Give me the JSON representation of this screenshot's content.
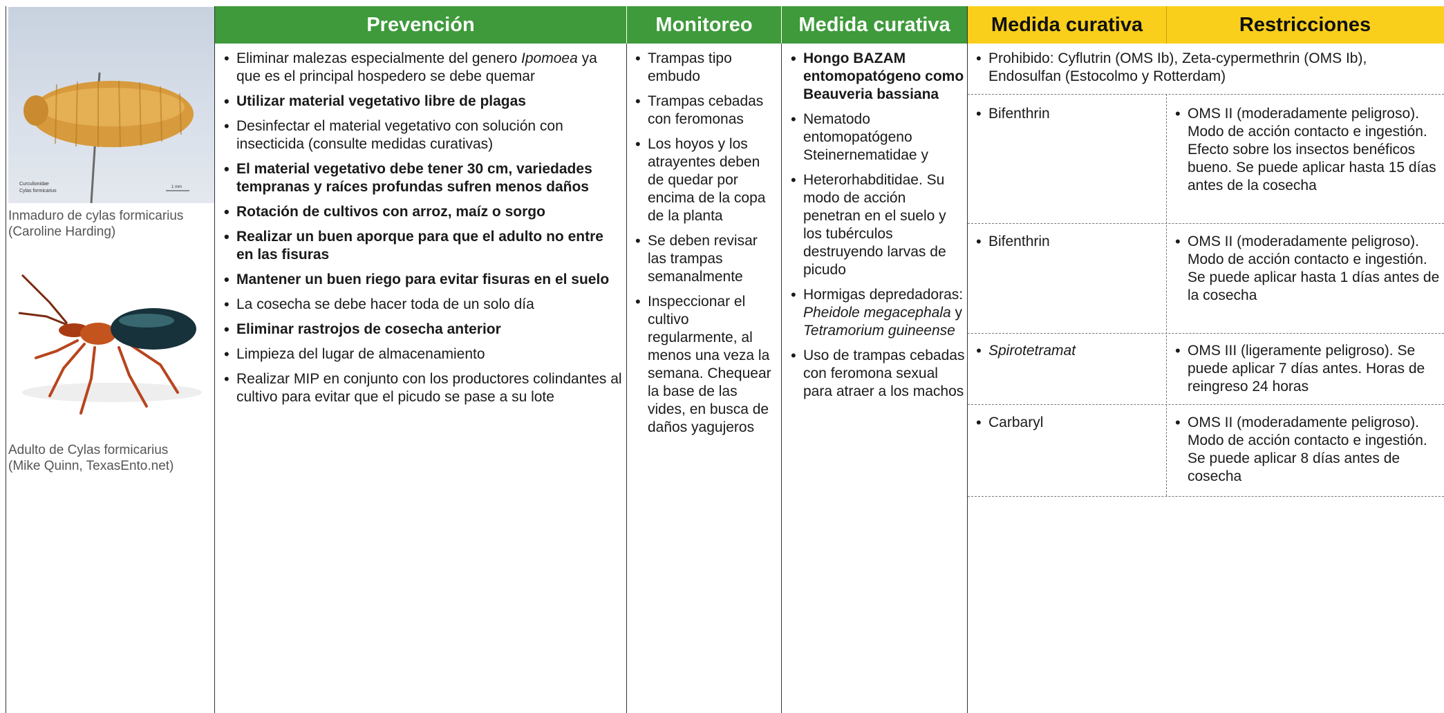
{
  "headers": {
    "prevencion": "Prevención",
    "monitoreo": "Monitoreo",
    "medida_curativa_green": "Medida curativa",
    "medida_curativa_yellow": "Medida curativa",
    "restricciones": "Restricciones"
  },
  "images": {
    "larva_caption_1": "Inmaduro de cylas formicarius",
    "larva_caption_2": "(Caroline Harding)",
    "larva_label_1": "Curculionidae",
    "larva_label_2": "Cylas formicarius",
    "larva_scale": "1 mm",
    "adult_caption_1": "Adulto de Cylas formicarius",
    "adult_caption_2": "(Mike Quinn, TexasEnto.net)"
  },
  "prevencion": {
    "item0_pre": "Eliminar malezas especialmente del genero ",
    "item0_it": "Ipomoea",
    "item0_post": " ya que es el principal hospedero se debe quemar",
    "item1": "Utilizar material vegetativo libre de plagas",
    "item2": "Desinfectar el material vegetativo con solución con insecticida (consulte medidas curativas)",
    "item3": "El material vegetativo debe tener 30 cm, variedades tempranas y raíces profundas sufren menos daños",
    "item4": "Rotación de cultivos con arroz, maíz o sorgo",
    "item5": "Realizar un buen aporque para que el adulto no entre en las fisuras",
    "item6": "Mantener un buen riego para evitar fisuras en el suelo",
    "item7": "La cosecha se debe hacer toda de un solo día",
    "item8": "Eliminar rastrojos de cosecha anterior",
    "item9": "Limpieza del lugar de almacenamiento",
    "item10": "Realizar MIP en conjunto con los productores colindantes al cultivo para evitar que el picudo se pase a su lote"
  },
  "monitoreo": {
    "item0": "Trampas tipo embudo",
    "item1": "Trampas cebadas con feromonas",
    "item2": "Los hoyos y los atrayentes deben de quedar por encima de la copa de la planta",
    "item3": "Se deben revisar las trampas semanalmente",
    "item4": "Inspeccionar el cultivo regularmente, al menos una veza la semana. Chequear la base de las vides, en busca de daños yagujeros"
  },
  "medida_green": {
    "item0": "Hongo BAZAM entomopatógeno como Beauveria bassiana",
    "item1": "Nematodo entomopatógeno Steinernematidae y",
    "item2": "Heterorhabditidae. Su modo de acción penetran en el suelo y los tubérculos destruyendo larvas de picudo",
    "item3_pre": "Hormigas depredadoras: ",
    "item3_it1": "Pheidole megacephala",
    "item3_mid": " y ",
    "item3_it2": "Tetramorium guineense",
    "item4": "Uso de trampas cebadas con feromona sexual para atraer a los machos"
  },
  "prohibido": "Prohibido: Cyflutrin (OMS Ib), Zeta-cypermethrin (OMS Ib), Endosulfan (Estocolmo y Rotterdam)",
  "rows": [
    {
      "product": "Bifenthrin",
      "restriction": "OMS II (moderadamente peligroso). Modo de acción contacto e ingestión. Efecto sobre los insectos benéficos bueno. Se puede aplicar hasta 15 días antes de la cosecha"
    },
    {
      "product": "Bifenthrin",
      "restriction": "OMS II (moderadamente peligroso). Modo de acción contacto e ingestión. Se puede aplicar hasta 1 días antes de la cosecha"
    },
    {
      "product": "Spirotetramat",
      "restriction": "OMS III (ligeramente peligroso). Se puede aplicar 7 días antes. Horas de reingreso 24 horas"
    },
    {
      "product": "Carbaryl",
      "restriction": "OMS II (moderadamente peligroso). Modo de acción contacto e ingestión. Se puede aplicar 8 días antes de cosecha"
    }
  ],
  "colors": {
    "green_header": "#3e9a3a",
    "yellow_header": "#f9cf1b"
  }
}
